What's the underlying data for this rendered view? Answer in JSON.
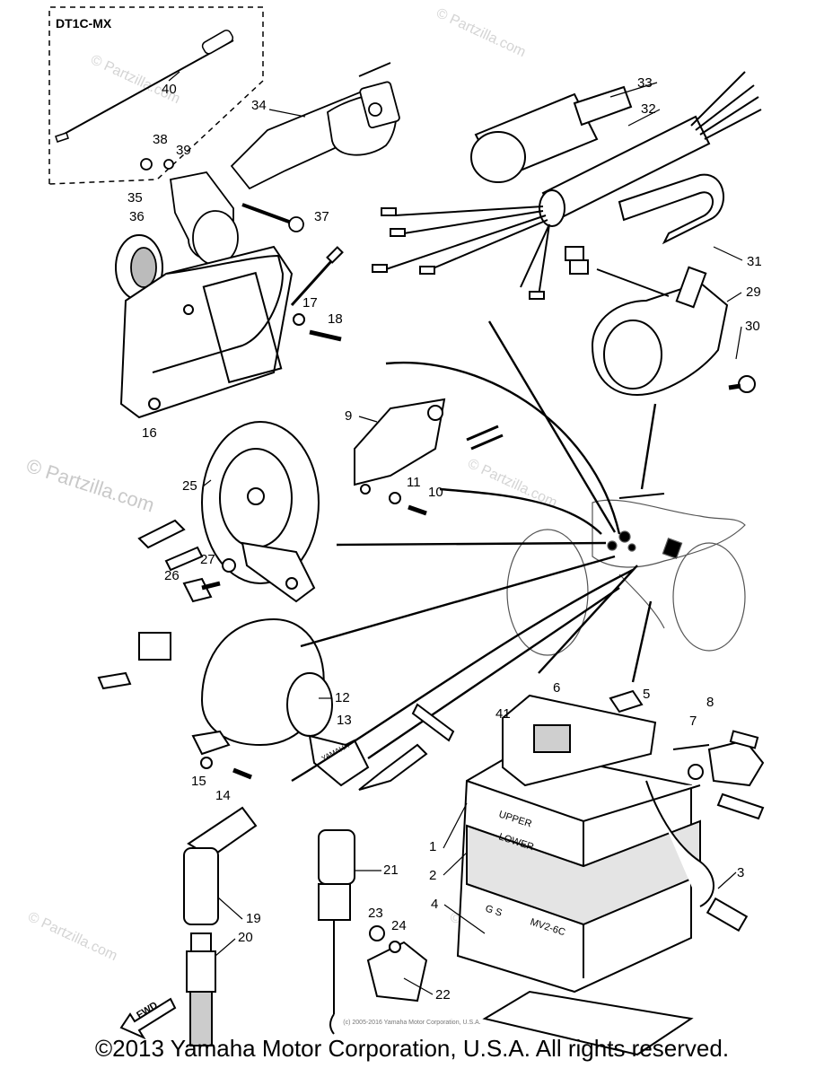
{
  "variant_box": {
    "label": "DT1C-MX"
  },
  "labels": [
    "1",
    "2",
    "3",
    "4",
    "5",
    "6",
    "7",
    "8",
    "9",
    "10",
    "11",
    "12",
    "13",
    "14",
    "15",
    "16",
    "17",
    "18",
    "19",
    "20",
    "21",
    "22",
    "23",
    "24",
    "25",
    "26",
    "27",
    "29",
    "30",
    "31",
    "32",
    "33",
    "34",
    "35",
    "36",
    "37",
    "38",
    "39",
    "40",
    "41"
  ],
  "battery_text": {
    "upper": "UPPER",
    "lower": "LOWER",
    "brand": "G S",
    "model": "MV2-6C"
  },
  "key_text": "YAMAHA",
  "fwd_arrow": "FWD",
  "watermark": "© Partzilla.com",
  "tiny_notice": "(c) 2005-2016 Yamaha Motor Corporation, U.S.A.",
  "copyright": "©2013 Yamaha Motor Corporation, U.S.A. All rights reserved."
}
